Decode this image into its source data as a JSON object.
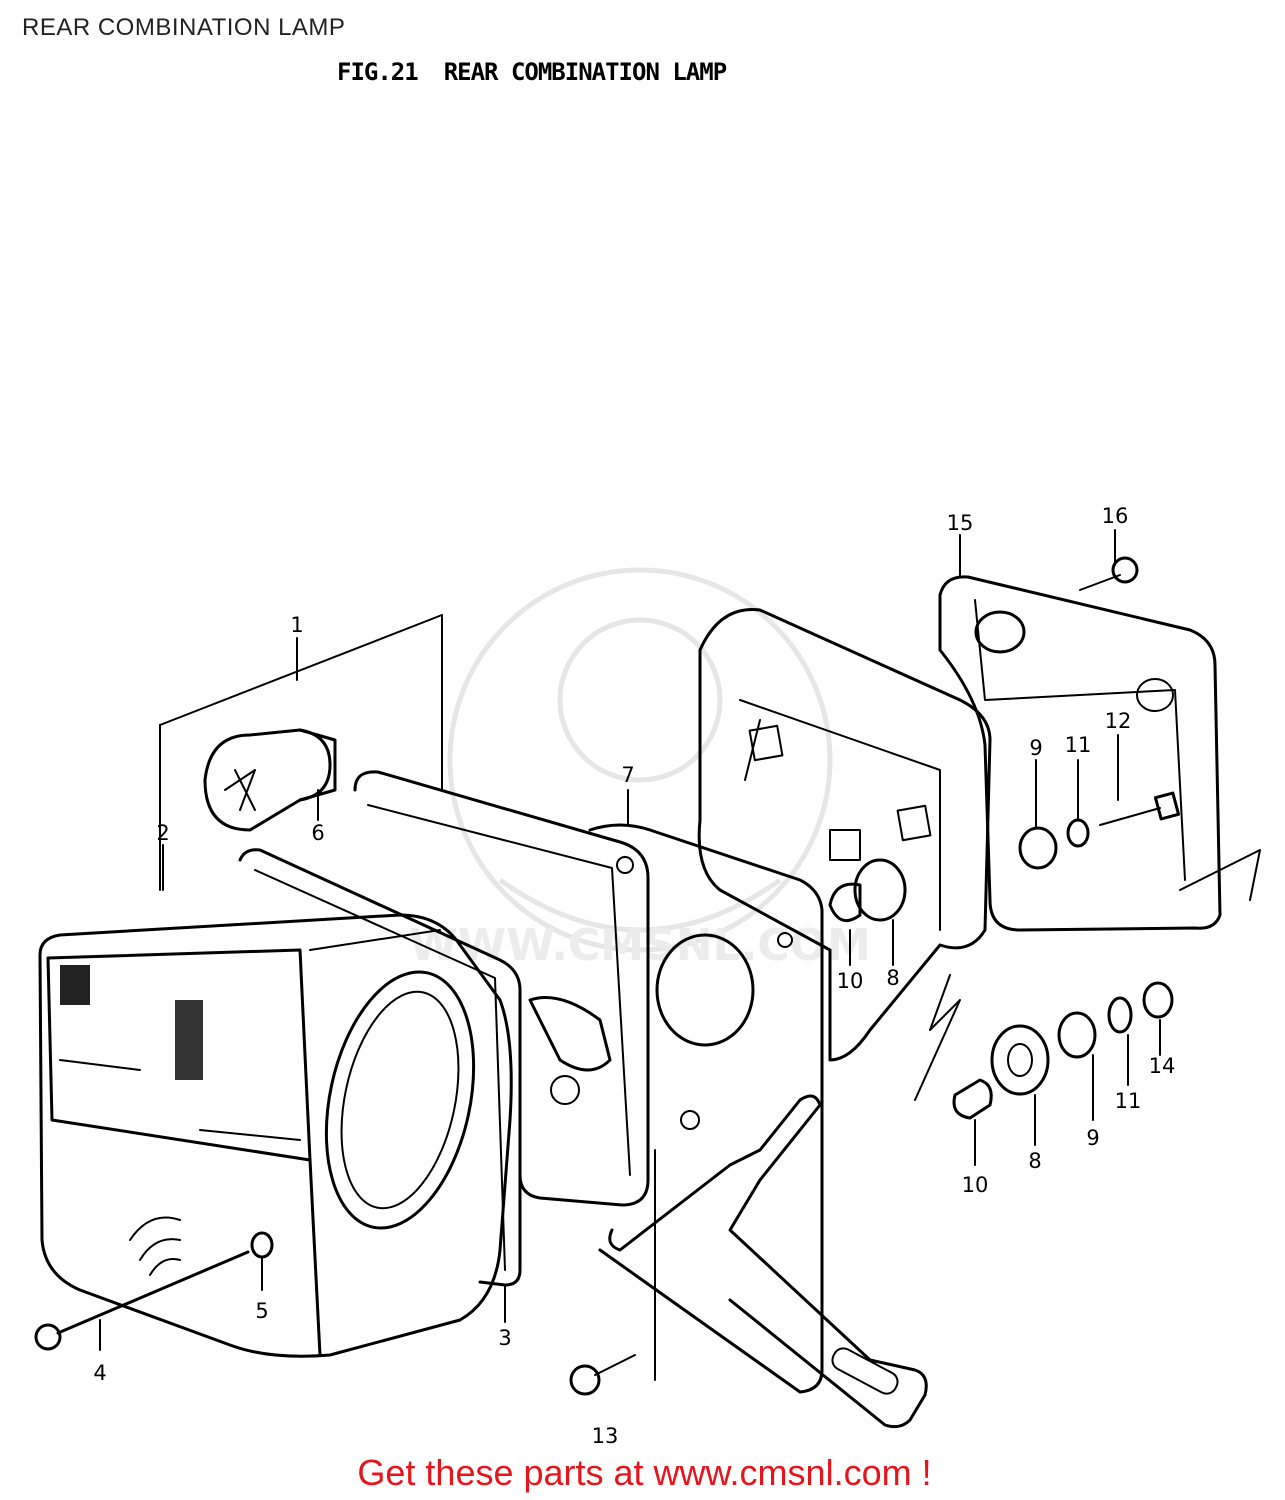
{
  "page": {
    "title": "REAR COMBINATION LAMP",
    "fig_number": "FIG.21",
    "fig_title": "REAR COMBINATION LAMP",
    "footer": "Get these parts at www.cmsnl.com !",
    "watermark_text": "WWW.CMSNL.COM"
  },
  "callouts": [
    {
      "id": "c1",
      "label": "1"
    },
    {
      "id": "c2",
      "label": "2"
    },
    {
      "id": "c3",
      "label": "3"
    },
    {
      "id": "c4",
      "label": "4"
    },
    {
      "id": "c5",
      "label": "5"
    },
    {
      "id": "c6",
      "label": "6"
    },
    {
      "id": "c7",
      "label": "7"
    },
    {
      "id": "c8a",
      "label": "8"
    },
    {
      "id": "c8b",
      "label": "8"
    },
    {
      "id": "c9a",
      "label": "9"
    },
    {
      "id": "c9b",
      "label": "9"
    },
    {
      "id": "c10a",
      "label": "10"
    },
    {
      "id": "c10b",
      "label": "10"
    },
    {
      "id": "c11a",
      "label": "11"
    },
    {
      "id": "c11b",
      "label": "11"
    },
    {
      "id": "c12",
      "label": "12"
    },
    {
      "id": "c13",
      "label": "13"
    },
    {
      "id": "c14",
      "label": "14"
    },
    {
      "id": "c15",
      "label": "15"
    },
    {
      "id": "c16",
      "label": "16"
    }
  ],
  "colors": {
    "footer": "#e8141b",
    "ink": "#000000",
    "watermark": "#e6e6e6"
  }
}
